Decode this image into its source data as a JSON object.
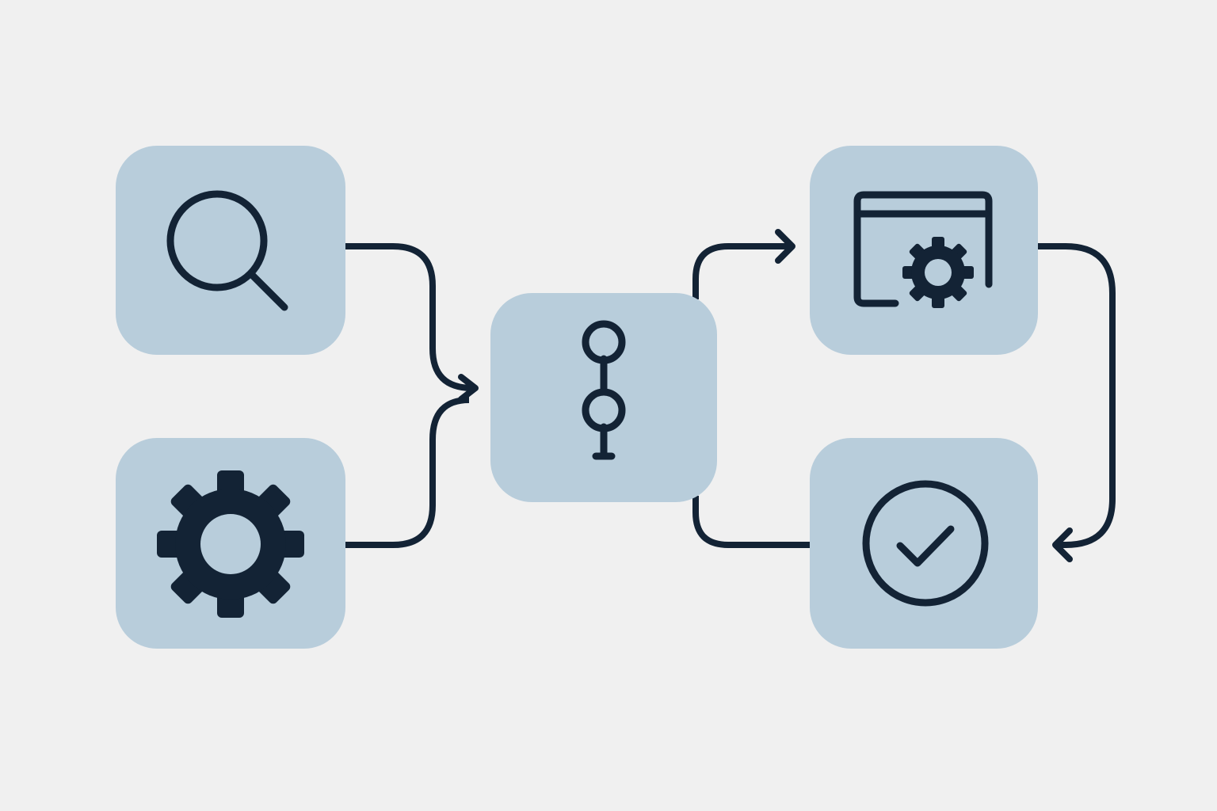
{
  "diagram": {
    "background_color": "#f0f0f0",
    "node_color": "#b8cddb",
    "ink_color": "#132335",
    "nodes": [
      {
        "id": "search",
        "icon": "search-icon"
      },
      {
        "id": "settings",
        "icon": "gear-icon"
      },
      {
        "id": "hub",
        "icon": "node-chain-icon"
      },
      {
        "id": "window-config",
        "icon": "window-settings-icon"
      },
      {
        "id": "complete",
        "icon": "check-circle-icon"
      }
    ],
    "edges": [
      {
        "from": "search",
        "to": "hub"
      },
      {
        "from": "settings",
        "to": "hub"
      },
      {
        "from": "hub",
        "to": "window-config"
      },
      {
        "from": "window-config",
        "to": "complete"
      },
      {
        "from": "complete",
        "to": "hub"
      }
    ]
  }
}
